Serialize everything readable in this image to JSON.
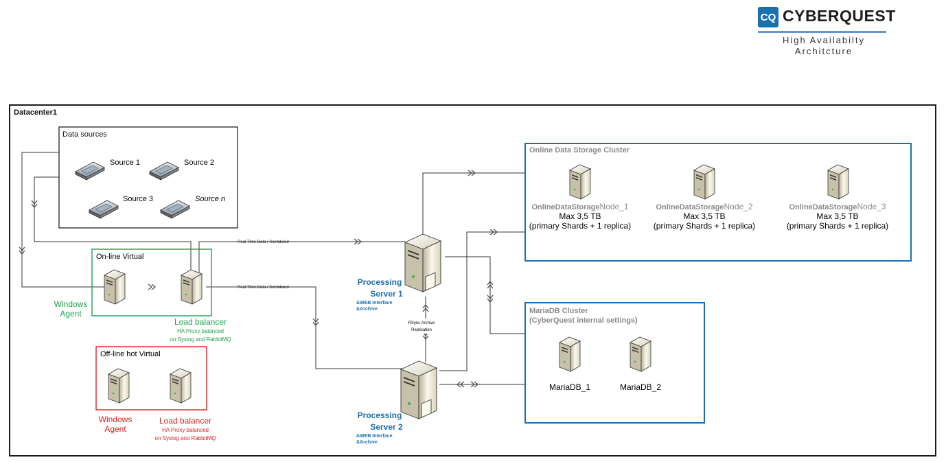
{
  "brand": {
    "logo_mark": "CQ",
    "logo_text": "CYBERQUEST",
    "subtitle_line1": "High Availabilty",
    "subtitle_line2": "Architcture"
  },
  "datacenter": {
    "label": "Datacenter1"
  },
  "data_sources": {
    "title": "Data sources",
    "items": [
      "Source 1",
      "Source 2",
      "Source 3",
      "Source n"
    ]
  },
  "online_virtual": {
    "title": "On-line Virtual",
    "windows_agent": [
      "Windows",
      "Agent"
    ],
    "load_balancer": "Load balancer",
    "lb_note": [
      "HA Proxy balanced",
      "on Syslog and RabbitMQ"
    ]
  },
  "offline_virtual": {
    "title": "Off-line hot Virtual",
    "windows_agent": [
      "Windows",
      "Agent"
    ],
    "load_balancer": "Load balancer",
    "lb_note": [
      "HA Proxy balanced",
      "on Syslog and RabbitMQ"
    ]
  },
  "links": {
    "realtime_1": "Real Time Data / Scehduled",
    "realtime_2": "Real Time Data / Scehduled",
    "rsync": [
      "RSync Archive",
      "Replication"
    ]
  },
  "processing_1": {
    "name": [
      "Processing",
      "Server 1"
    ],
    "features": [
      "&WEB Interface",
      "&Archive"
    ]
  },
  "processing_2": {
    "name": [
      "Processing",
      "Server 2"
    ],
    "features": [
      "&WEB Interface",
      "&Archive"
    ]
  },
  "storage_cluster": {
    "title": "Online Data Storage Cluster",
    "nodes": [
      {
        "prefix": "OnlineDataStorage",
        "suffix": "Node_1",
        "capacity": "Max 3,5 TB",
        "note": "(primary Shards + 1 replica)"
      },
      {
        "prefix": "OnlineDataStorage",
        "suffix": "Node_2",
        "capacity": "Max 3,5 TB",
        "note": "(primary Shards + 1 replica)"
      },
      {
        "prefix": "OnlineDataStorage",
        "suffix": "Node_3",
        "capacity": "Max 3,5 TB",
        "note": "(primary Shards + 1 replica)"
      }
    ]
  },
  "mariadb_cluster": {
    "title": "MariaDB Cluster",
    "subtitle": "(CyberQuest internal settings)",
    "nodes": [
      "MariaDB_1",
      "MariaDB_2"
    ]
  },
  "colors": {
    "online_green": "#1aa34a",
    "offline_red": "#e02020",
    "cluster_blue": "#1a6fae",
    "label_gray": "#8a8a8a"
  }
}
